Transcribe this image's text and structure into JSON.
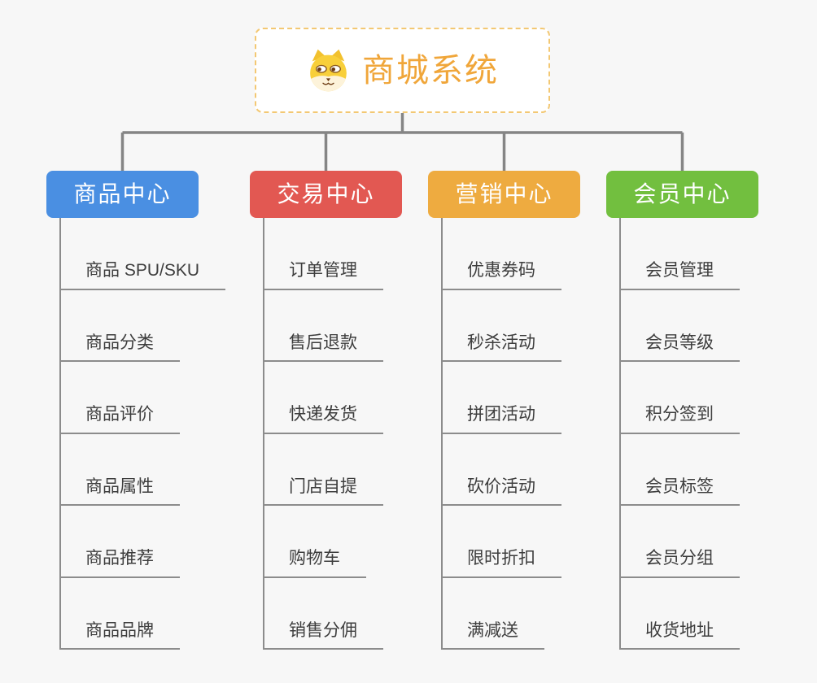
{
  "page": {
    "background": "#f7f7f7"
  },
  "root": {
    "title": "商城系统",
    "icon": "dog-face-icon",
    "background": "#ffffff",
    "border_color": "#f3c873",
    "text_color": "#f0a63a"
  },
  "connectors": {
    "tree_line_color": "#858585",
    "leaf_line_color": "#8c8c8c"
  },
  "leaf_text_color": "#3d3d3d",
  "branches": [
    {
      "label": "商品中心",
      "color": "#4a8fe2",
      "items": [
        "商品 SPU/SKU",
        "商品分类",
        "商品评价",
        "商品属性",
        "商品推荐",
        "商品品牌"
      ]
    },
    {
      "label": "交易中心",
      "color": "#e25852",
      "items": [
        "订单管理",
        "售后退款",
        "快递发货",
        "门店自提",
        "购物车",
        "销售分佣"
      ]
    },
    {
      "label": "营销中心",
      "color": "#eeab40",
      "items": [
        "优惠券码",
        "秒杀活动",
        "拼团活动",
        "砍价活动",
        "限时折扣",
        "满减送"
      ]
    },
    {
      "label": "会员中心",
      "color": "#72bf3f",
      "items": [
        "会员管理",
        "会员等级",
        "积分签到",
        "会员标签",
        "会员分组",
        "收货地址"
      ]
    }
  ]
}
